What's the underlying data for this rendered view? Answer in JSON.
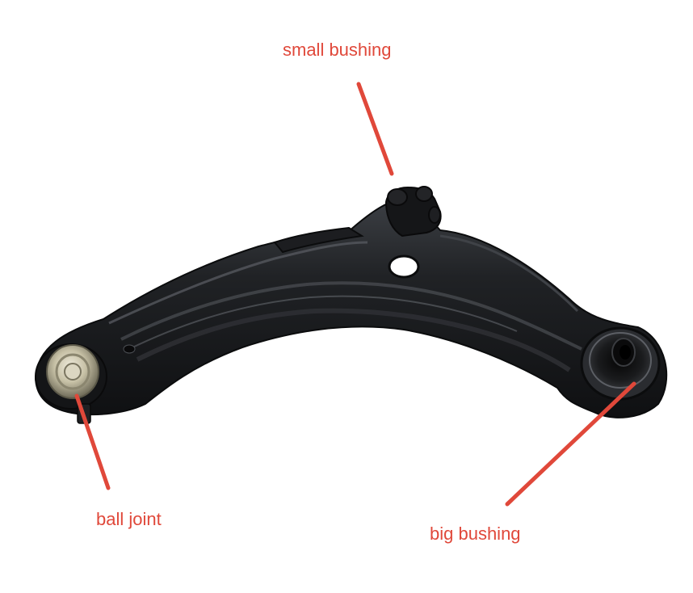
{
  "labels": {
    "small_bushing": "small bushing",
    "ball_joint": "ball joint",
    "big_bushing": "big bushing"
  },
  "colors": {
    "annotation": "#e0483a",
    "arm": "#1b1c1e",
    "arm_highlight": "#4a4d52",
    "ball_joint_metal": "#c9c3a8",
    "background": "#ffffff"
  },
  "icons": {
    "part": "control-arm-photo"
  }
}
